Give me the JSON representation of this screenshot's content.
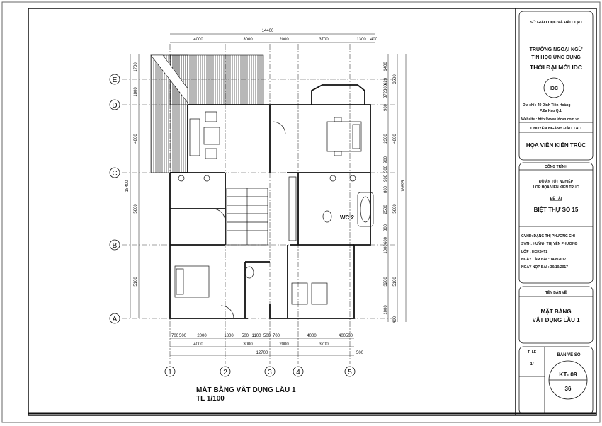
{
  "drawing": {
    "title": "MẶT BẰNG VẬT DỤNG LẦU 1",
    "scale": "TL 1/100",
    "room_label_wc": "WC 2",
    "axes_columns": [
      "1",
      "2",
      "3",
      "4",
      "5"
    ],
    "axes_rows": [
      "A",
      "B",
      "C",
      "D",
      "E"
    ],
    "top_total": "14400",
    "top_dims": [
      "4000",
      "3000",
      "2000",
      "3700",
      "1300",
      "400"
    ],
    "bottom_detail_dims": [
      "700",
      "500",
      "2000",
      "1800",
      "500",
      "1100",
      "500",
      "700",
      "4000",
      "400",
      "500"
    ],
    "bottom_dims": [
      "4000",
      "3000",
      "2000",
      "3700"
    ],
    "bottom_total": "12700",
    "bottom_extra": "500",
    "left_dims": [
      "1700",
      "1800",
      "4800",
      "5600",
      "5100"
    ],
    "left_total": "18400",
    "right_detail_dims": [
      "1400",
      "628",
      "300",
      "872",
      "900",
      "2300",
      "900",
      "300",
      "900",
      "800",
      "2500",
      "800",
      "600",
      "1000",
      "3200",
      "1000",
      "400"
    ],
    "right_dims": [
      "3500",
      "4800",
      "5600",
      "5100"
    ],
    "right_total": "18695"
  },
  "title_block": {
    "ministry": "SỞ GIÁO DỤC VÀ ĐÀO TẠO",
    "school_line1": "TRƯỜNG NGOẠI NGỮ",
    "school_line2": "TIN HỌC ỨNG DỤNG",
    "school_name": "THỜI ĐẠI MỚI IDC",
    "logo_text": "IDC",
    "address_line1": "Địa chỉ   : 40 Đinh Tiên Hoàng",
    "address_line2": "P.Đa Kao   Q.1",
    "website": "Website : http://www.idcvn.com.vn",
    "major_label": "CHUYÊN NGÀNH ĐÀO TẠO",
    "major": "HỌA VIÊN KIẾN TRÚC",
    "project_label": "CÔNG TRÌNH",
    "project_line1": "ĐỒ ÁN TỐT NGHIỆP",
    "project_line2": "LỚP HỌA VIÊN KIẾN TRÚC",
    "topic_label": "ĐỀ TÀI",
    "topic": "BIỆT THỰ SỐ 15",
    "instructor": "GVHD: ĐẶNG THỊ PHƯƠNG CHI",
    "student": "SVTH: HUỲNH THỊ YẾN PHƯƠNG",
    "class": "LỚP  : HCK34T2",
    "date_start": "NGÀY LÀM BÀI : 14/8/2017",
    "date_submit": "NGÀY NỘP BÀI : 30/10/2017",
    "drawing_name_label": "TÊN BẢN VẼ",
    "drawing_name_line1": "MẶT BẰNG",
    "drawing_name_line2": "VẬT DỤNG LẦU 1",
    "scale_label": "TỈ LỆ",
    "scale_value": "1/",
    "sheet_label": "BẢN VẼ SỐ",
    "sheet_code": "KT- 09",
    "sheet_number": "36"
  }
}
